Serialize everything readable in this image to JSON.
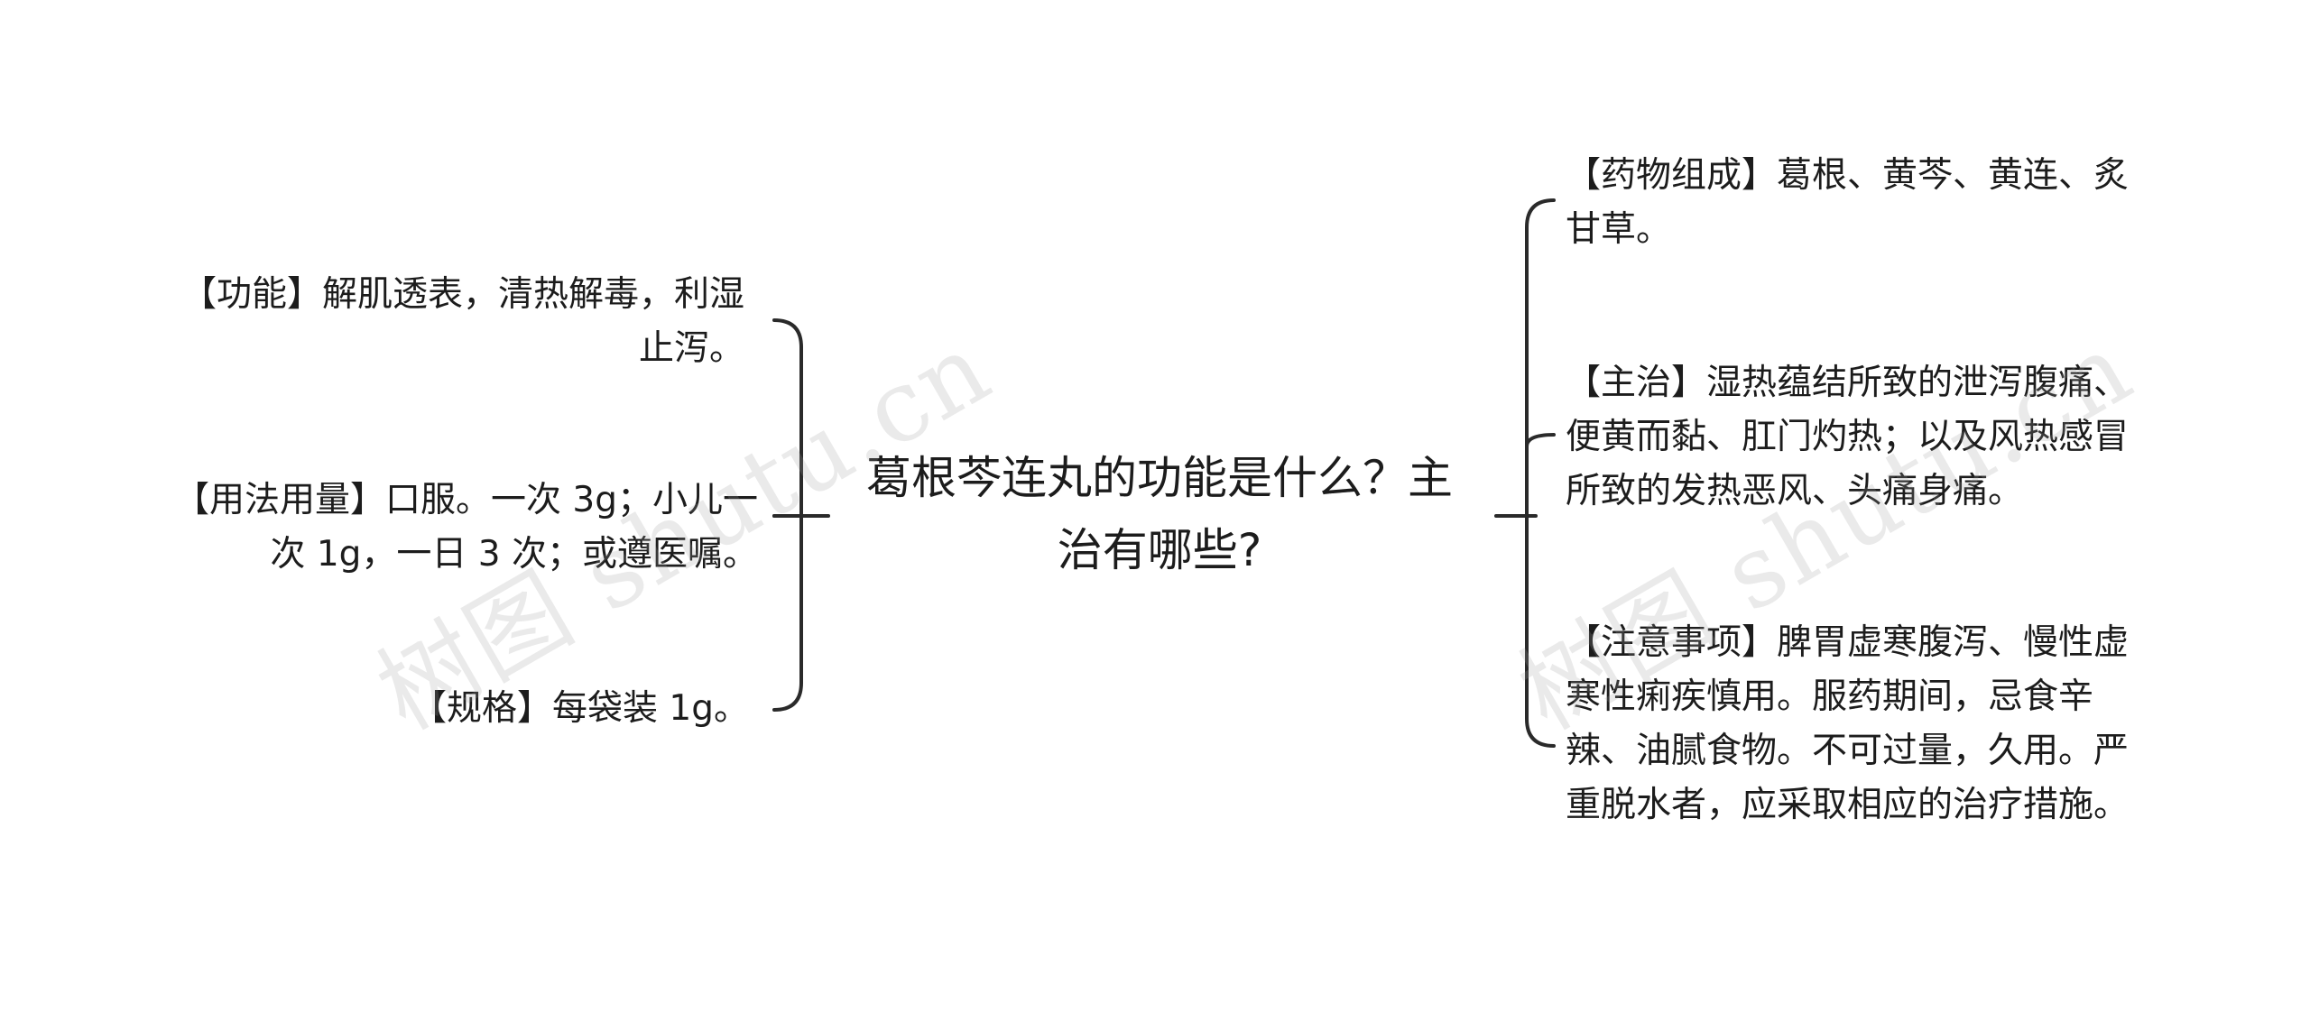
{
  "central_topic": "葛根芩连丸的功能是什么？主治有哪些?",
  "left_branches": [
    {
      "label": "【功能】解肌透表，清热解毒，利湿止泻。"
    },
    {
      "label": "【用法用量】口服。一次 3g；小儿一次 1g，一日 3 次；或遵医嘱。"
    },
    {
      "label": "【规格】每袋装 1g。"
    }
  ],
  "right_branches": [
    {
      "label": "【药物组成】葛根、黄芩、黄连、炙甘草。"
    },
    {
      "label": "【主治】湿热蕴结所致的泄泻腹痛、便黄而黏、肛门灼热；以及风热感冒所致的发热恶风、头痛身痛。"
    },
    {
      "label": "【注意事项】脾胃虚寒腹泻、慢性虚寒性痢疾慎用。服药期间，忌食辛辣、油腻食物。不可过量，久用。严重脱水者，应采取相应的治疗措施。"
    }
  ],
  "watermarks": [
    {
      "text": "树图 shutu.cn"
    },
    {
      "text": "树图 shutu.cn"
    }
  ],
  "colors": {
    "line": "#2a2a2a",
    "text": "#1c1c1c",
    "background": "#ffffff"
  }
}
